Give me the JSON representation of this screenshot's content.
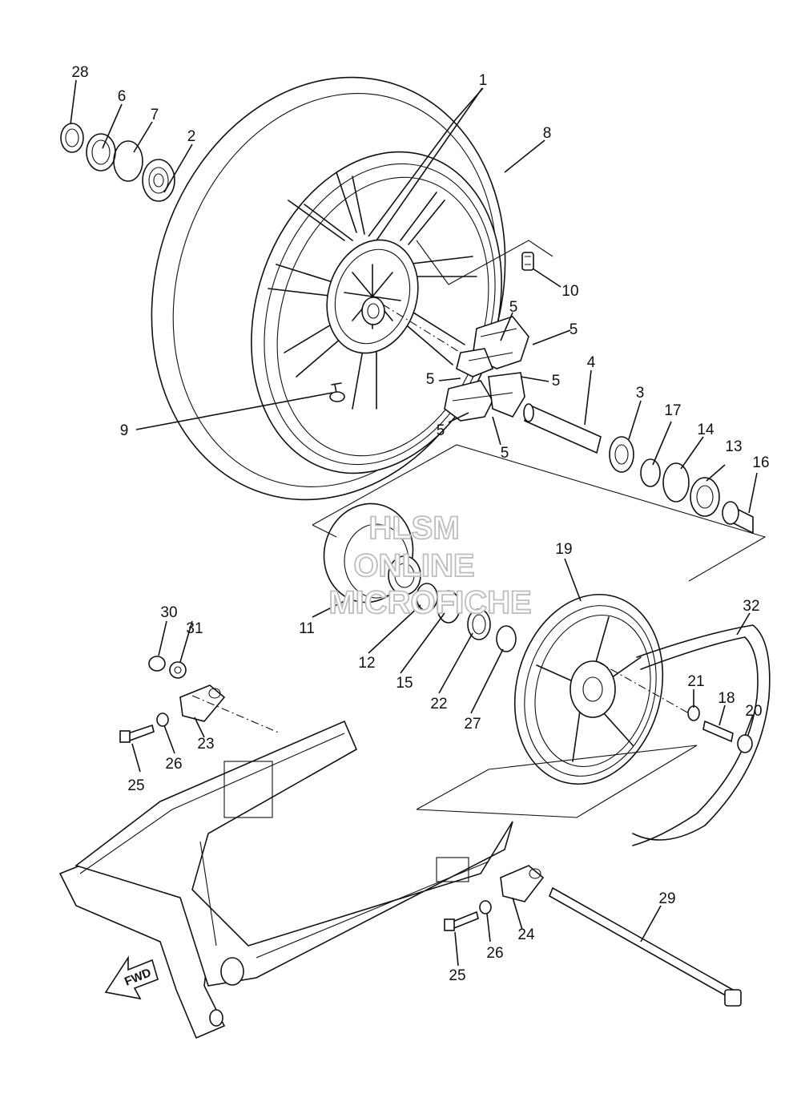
{
  "diagram": {
    "callouts": [
      {
        "id": "c1",
        "text": "1"
      },
      {
        "id": "c2",
        "text": "2"
      },
      {
        "id": "c3",
        "text": "3"
      },
      {
        "id": "c4",
        "text": "4"
      },
      {
        "id": "c5a",
        "text": "5"
      },
      {
        "id": "c5b",
        "text": "5"
      },
      {
        "id": "c5c",
        "text": "5"
      },
      {
        "id": "c5d",
        "text": "5"
      },
      {
        "id": "c5e",
        "text": "5"
      },
      {
        "id": "c5f",
        "text": "5"
      },
      {
        "id": "c6",
        "text": "6"
      },
      {
        "id": "c7",
        "text": "7"
      },
      {
        "id": "c8",
        "text": "8"
      },
      {
        "id": "c9",
        "text": "9"
      },
      {
        "id": "c10",
        "text": "10"
      },
      {
        "id": "c11",
        "text": "11"
      },
      {
        "id": "c12",
        "text": "12"
      },
      {
        "id": "c13",
        "text": "13"
      },
      {
        "id": "c14",
        "text": "14"
      },
      {
        "id": "c15",
        "text": "15"
      },
      {
        "id": "c16",
        "text": "16"
      },
      {
        "id": "c17",
        "text": "17"
      },
      {
        "id": "c18",
        "text": "18"
      },
      {
        "id": "c19",
        "text": "19"
      },
      {
        "id": "c20",
        "text": "20"
      },
      {
        "id": "c21",
        "text": "21"
      },
      {
        "id": "c22",
        "text": "22"
      },
      {
        "id": "c23",
        "text": "23"
      },
      {
        "id": "c24",
        "text": "24"
      },
      {
        "id": "c25a",
        "text": "25"
      },
      {
        "id": "c25b",
        "text": "25"
      },
      {
        "id": "c26a",
        "text": "26"
      },
      {
        "id": "c26b",
        "text": "26"
      },
      {
        "id": "c27",
        "text": "27"
      },
      {
        "id": "c28",
        "text": "28"
      },
      {
        "id": "c29",
        "text": "29"
      },
      {
        "id": "c30",
        "text": "30"
      },
      {
        "id": "c31",
        "text": "31"
      },
      {
        "id": "c32",
        "text": "32"
      }
    ],
    "fwd_label": "FWD",
    "watermark": {
      "line1": "HLSM",
      "line2": "ONLINE",
      "line3": "MICROFICHE"
    }
  }
}
